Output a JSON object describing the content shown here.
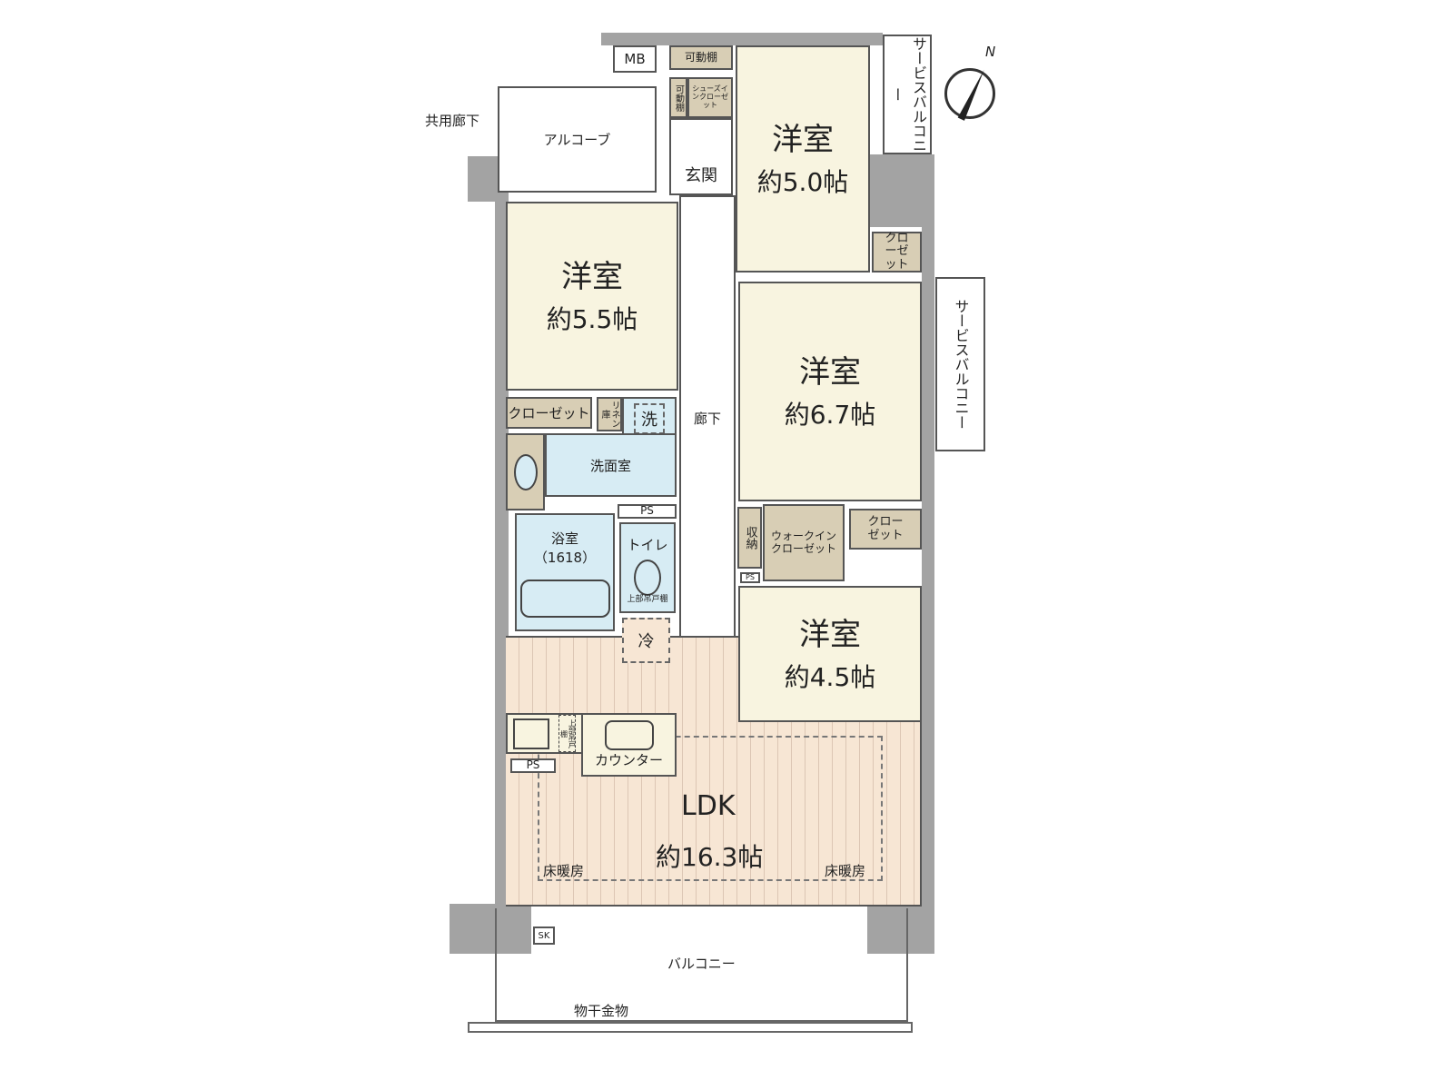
{
  "labels": {
    "common_corridor": "共用廊下",
    "alcove": "アルコーブ",
    "mb": "MB",
    "movable_shelf": "可動棚",
    "movable_shelf_vertical": "可動棚",
    "shoes_in_closet": "シューズインクローゼット",
    "entrance": "玄関",
    "corridor": "廊下",
    "service_balcony": "サービスバルコニー",
    "closet": "クローゼット",
    "linen": "リネン庫",
    "washer": "洗",
    "washroom": "洗面室",
    "ps": "PS",
    "bathroom": "浴室",
    "bath_size": "（1618）",
    "toilet": "トイレ",
    "toilet_shelf": "上部吊戸棚",
    "fridge": "冷",
    "storage": "収納",
    "walk_in_closet": "ウォークインクローゼット",
    "kitchen_cabinet": "上部吊戸棚",
    "counter": "カウンター",
    "floor_heating": "床暖房",
    "sk": "SK",
    "balcony": "バルコニー",
    "drying_hardware": "物干金物",
    "north": "N"
  },
  "rooms": {
    "bedroom_5_0": {
      "name": "洋室",
      "size": "約5.0帖"
    },
    "bedroom_5_5": {
      "name": "洋室",
      "size": "約5.5帖"
    },
    "bedroom_6_7": {
      "name": "洋室",
      "size": "約6.7帖"
    },
    "bedroom_4_5": {
      "name": "洋室",
      "size": "約4.5帖"
    },
    "ldk": {
      "name": "LDK",
      "size": "約16.3帖"
    }
  },
  "colors": {
    "wall": "#a3a3a3",
    "bedroom": "#f8f4e0",
    "storage": "#d8ceb5",
    "wet_area": "#d7ecf4",
    "ldk": "#f7e6d4"
  }
}
